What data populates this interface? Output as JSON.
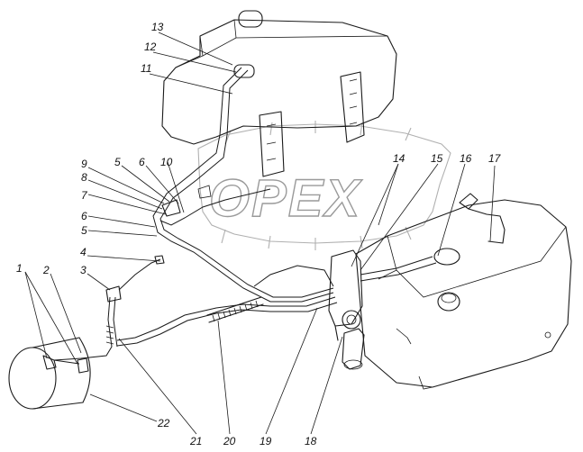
{
  "watermark": {
    "text": "OPEX"
  },
  "callouts": [
    "1",
    "2",
    "3",
    "4",
    "5",
    "6",
    "7",
    "8",
    "9",
    "10",
    "11",
    "12",
    "13",
    "14",
    "15",
    "16",
    "17",
    "18",
    "19",
    "20",
    "21",
    "22",
    "5",
    "6"
  ]
}
